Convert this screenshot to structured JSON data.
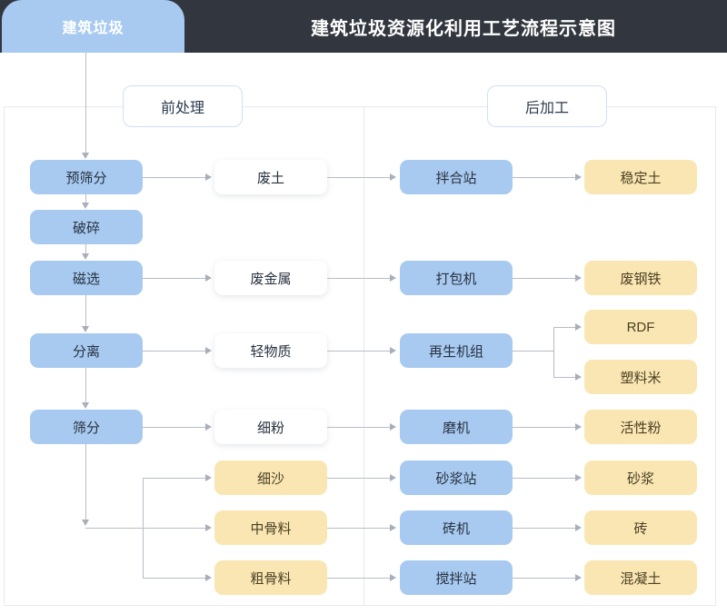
{
  "header": {
    "title": "建筑垃圾资源化利用工艺流程示意图",
    "source_tab": "建筑垃圾",
    "title_color": "#32363e",
    "tab_color": "#a8caf0"
  },
  "sections": {
    "pre": "前处理",
    "post": "后加工"
  },
  "palette": {
    "blue": "#a8caf0",
    "white": "#ffffff",
    "yellow": "#fae6b2",
    "line": "#b7bcc6",
    "border": "#e9e9f1"
  },
  "columns": {
    "process": [
      {
        "label": "预筛分"
      },
      {
        "label": "破碎"
      },
      {
        "label": "磁选"
      },
      {
        "label": "分离"
      },
      {
        "label": "筛分"
      }
    ],
    "intermediate": [
      {
        "label": "废土",
        "kind": "white"
      },
      {
        "label": "废金属",
        "kind": "white"
      },
      {
        "label": "轻物质",
        "kind": "white"
      },
      {
        "label": "细粉",
        "kind": "white"
      },
      {
        "label": "细沙",
        "kind": "yellow"
      },
      {
        "label": "中骨料",
        "kind": "yellow"
      },
      {
        "label": "粗骨料",
        "kind": "yellow"
      }
    ],
    "equipment": [
      {
        "label": "拌合站"
      },
      {
        "label": "打包机"
      },
      {
        "label": "再生机组"
      },
      {
        "label": "磨机"
      },
      {
        "label": "砂浆站"
      },
      {
        "label": "砖机"
      },
      {
        "label": "搅拌站"
      }
    ],
    "product": [
      {
        "label": "稳定土"
      },
      {
        "label": "废钢铁"
      },
      {
        "label": "RDF"
      },
      {
        "label": "塑料米"
      },
      {
        "label": "活性粉"
      },
      {
        "label": "砂浆"
      },
      {
        "label": "砖"
      },
      {
        "label": "混凝土"
      }
    ]
  }
}
